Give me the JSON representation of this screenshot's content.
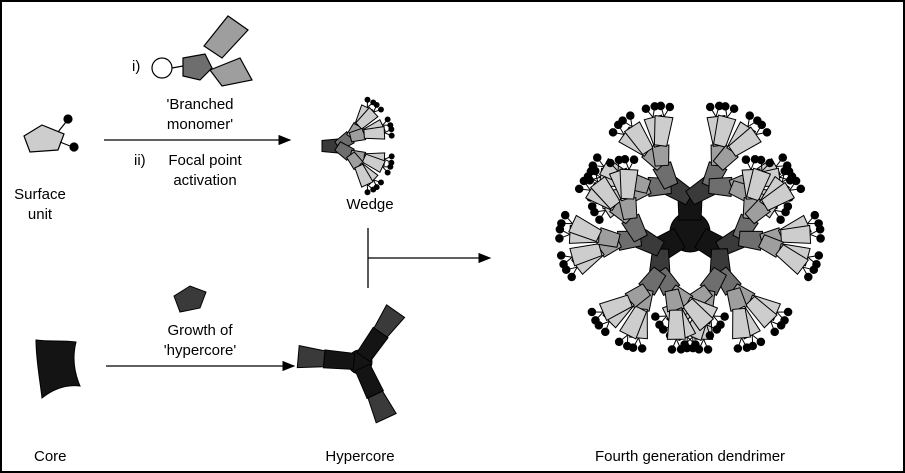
{
  "labels": {
    "surface_unit_1": "Surface",
    "surface_unit_2": "unit",
    "step_i": "i)",
    "branched_1": "'Branched",
    "branched_2": "monomer'",
    "step_ii": "ii)",
    "focal_1": "Focal point",
    "focal_2": "activation",
    "wedge": "Wedge",
    "core": "Core",
    "growth_1": "Growth of",
    "growth_2": "'hypercore'",
    "hypercore": "Hypercore",
    "dendrimer": "Fourth generation dendrimer"
  },
  "colors": {
    "core": "#141414",
    "gen1": "#3a3a3a",
    "gen2": "#6e6e6e",
    "gen3": "#9e9e9e",
    "gen4": "#cdcdcd",
    "end_group": "#000000",
    "focal_open": "#ffffff"
  }
}
